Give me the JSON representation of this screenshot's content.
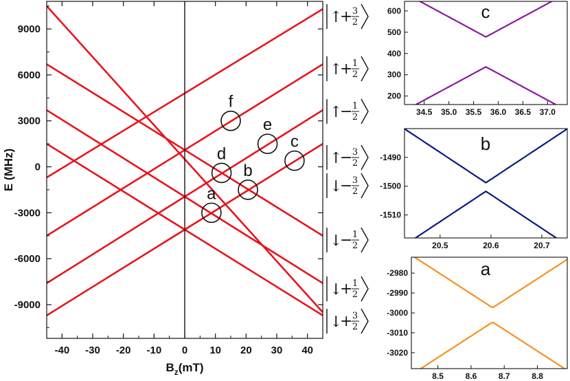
{
  "chart_data": [
    {
      "id": "main",
      "type": "line",
      "xlabel": "B",
      "xlabel_sub": "z",
      "xlabel_unit": "(mT)",
      "ylabel": "E (MHz)",
      "xlim": [
        -45,
        45
      ],
      "ylim": [
        -11200,
        10800
      ],
      "xticks": [
        -40,
        -30,
        -20,
        -10,
        0,
        10,
        20,
        30,
        40
      ],
      "yticks": [
        -9000,
        -6000,
        -3000,
        0,
        3000,
        6000,
        9000
      ],
      "color": "#e8141c",
      "vline": 0,
      "series": [
        {
          "x": [
            -45,
            45
          ],
          "y": [
            10500,
            -9500
          ]
        },
        {
          "x": [
            -45,
            45
          ],
          "y": [
            6700,
            -4500
          ]
        },
        {
          "x": [
            -45,
            45
          ],
          "y": [
            3700,
            -7600
          ]
        },
        {
          "x": [
            -45,
            45
          ],
          "y": [
            1500,
            -9700
          ]
        },
        {
          "x": [
            -45,
            45
          ],
          "y": [
            -9700,
            1500
          ]
        },
        {
          "x": [
            -45,
            45
          ],
          "y": [
            -7600,
            3700
          ]
        },
        {
          "x": [
            -45,
            45
          ],
          "y": [
            -4500,
            6700
          ]
        },
        {
          "x": [
            -45,
            45
          ],
          "y": [
            -700,
            10300
          ]
        }
      ],
      "circles": [
        {
          "label": "a",
          "x": 8.7,
          "y": -3000
        },
        {
          "label": "b",
          "x": 20.6,
          "y": -1500
        },
        {
          "label": "c",
          "x": 35.8,
          "y": 400
        },
        {
          "label": "d",
          "x": 12.0,
          "y": -400
        },
        {
          "label": "e",
          "x": 27.0,
          "y": 1500
        },
        {
          "label": "f",
          "x": 15.0,
          "y": 3000
        }
      ],
      "state_labels": [
        {
          "arrow": "↑",
          "sign": "+",
          "num": "3",
          "den": "2"
        },
        {
          "arrow": "↑",
          "sign": "+",
          "num": "1",
          "den": "2"
        },
        {
          "arrow": "↑",
          "sign": "−",
          "num": "1",
          "den": "2"
        },
        {
          "arrow": "↑",
          "sign": "−",
          "num": "3",
          "den": "2"
        },
        {
          "arrow": "↓",
          "sign": "−",
          "num": "3",
          "den": "2"
        },
        {
          "arrow": "↓",
          "sign": "−",
          "num": "1",
          "den": "2"
        },
        {
          "arrow": "↓",
          "sign": "+",
          "num": "1",
          "den": "2"
        },
        {
          "arrow": "↓",
          "sign": "+",
          "num": "3",
          "den": "2"
        }
      ]
    },
    {
      "id": "c",
      "type": "line",
      "title": "c",
      "color": "#8b1a9e",
      "xlim": [
        34.1,
        37.4
      ],
      "ylim": [
        160,
        645
      ],
      "xticks": [
        "34.5",
        "35.0",
        "35.5",
        "36.0",
        "36.5",
        "37.0"
      ],
      "yticks": [
        "200",
        "300",
        "400",
        "500",
        "600"
      ],
      "center": 35.75,
      "upper": {
        "min": 478,
        "slope": 125
      },
      "lower": {
        "max": 337,
        "slope": 125
      }
    },
    {
      "id": "b",
      "type": "line",
      "title": "b",
      "color": "#0a1a80",
      "xlim": [
        20.43,
        20.75
      ],
      "ylim": [
        -1518,
        -1480
      ],
      "xticks": [
        "20.5",
        "20.6",
        "20.7"
      ],
      "yticks": [
        "-1490",
        "-1500",
        "-1510"
      ],
      "center": 20.59,
      "upper": {
        "min": -1498.8,
        "slope": 117
      },
      "lower": {
        "max": -1501.8,
        "slope": 117
      }
    },
    {
      "id": "a",
      "type": "line",
      "title": "a",
      "color": "#f5921e",
      "xlim": [
        8.42,
        8.89
      ],
      "ylim": [
        -3028,
        -2972
      ],
      "xticks": [
        "8.5",
        "8.6",
        "8.7",
        "8.8"
      ],
      "yticks": [
        "-2980",
        "-2990",
        "-3000",
        "-3010",
        "-3020"
      ],
      "center": 8.665,
      "upper": {
        "min": -2997.4,
        "slope": 108
      },
      "lower": {
        "max": -3004.6,
        "slope": 108
      }
    }
  ]
}
